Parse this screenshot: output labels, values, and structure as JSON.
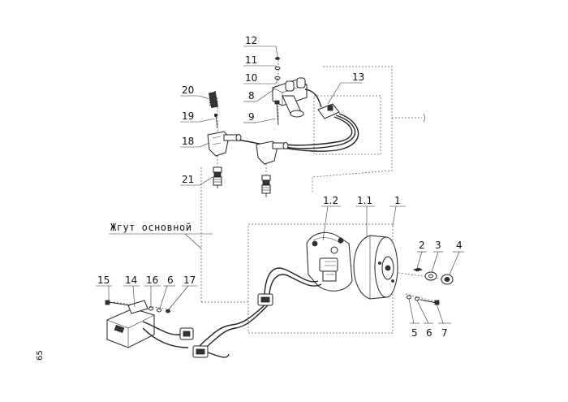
{
  "labels": {
    "l12": "12",
    "l11": "11",
    "l10": "10",
    "l8": "8",
    "l9": "9",
    "l13": "13",
    "l20": "20",
    "l19": "19",
    "l18": "18",
    "l21": "21",
    "l1_2": "1.2",
    "l1_1": "1.1",
    "l1": "1",
    "l2": "2",
    "l3": "3",
    "l4": "4",
    "l5": "5",
    "l6b": "6",
    "l7": "7",
    "l15": "15",
    "l14": "14",
    "l16": "16",
    "l6a": "6",
    "l17": "17"
  },
  "harness_label": "Жгут основной",
  "page_number": "65"
}
